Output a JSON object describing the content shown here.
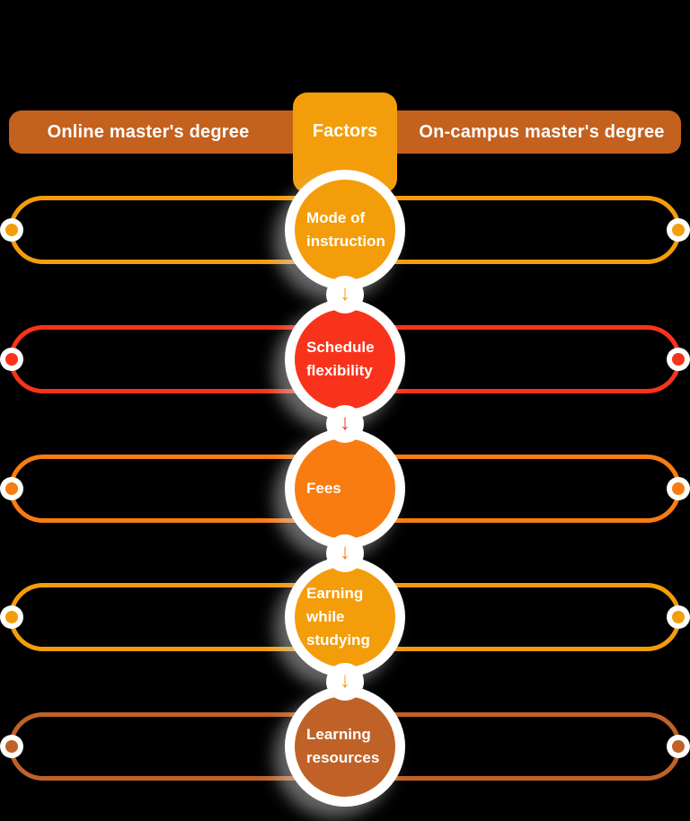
{
  "background": "#000000",
  "header": {
    "left_label": "Online master's degree",
    "center_label": "Factors",
    "right_label": "On-campus master's degree",
    "bar_color": "#c4611e",
    "tab_color": "#f49d0a",
    "text_color": "#ffffff"
  },
  "arrow_icon": "↓",
  "rows": [
    {
      "factor": "Mode of instruction",
      "color": "#f49d0a"
    },
    {
      "factor": "Schedule flexibility",
      "color": "#f9331b"
    },
    {
      "factor": "Fees",
      "color": "#f97c10"
    },
    {
      "factor": "Earning while studying",
      "color": "#f49d0a"
    },
    {
      "factor": "Learning resources",
      "color": "#c06228"
    }
  ]
}
